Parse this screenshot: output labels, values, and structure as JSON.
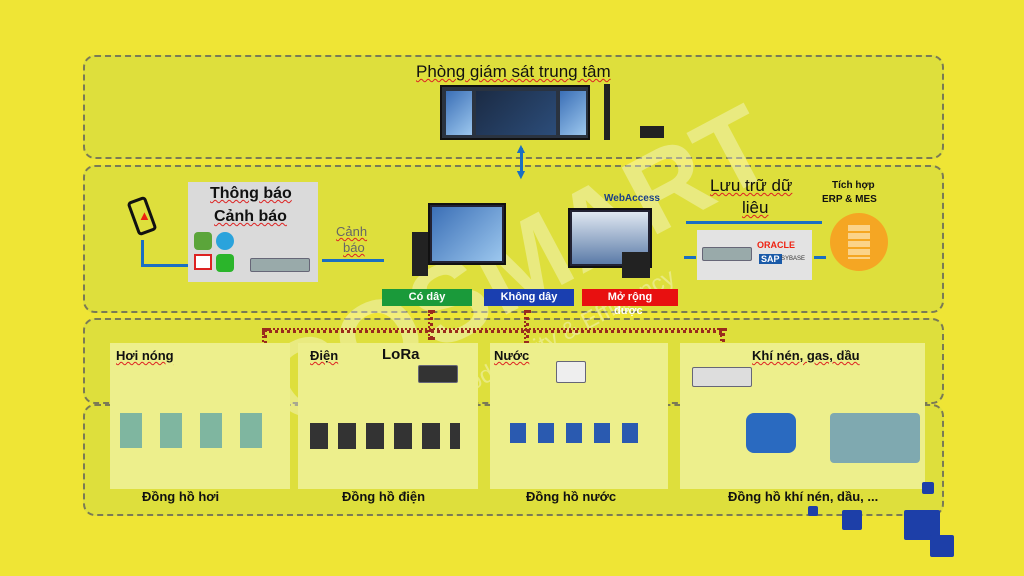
{
  "central": {
    "title": "Phòng giám sát trung tâm"
  },
  "alert": {
    "title1": "Thông báo",
    "title2": "Cảnh báo",
    "arrow_label_1": "Cảnh",
    "arrow_label_2": "báo"
  },
  "storage": {
    "title1": "Lưu trữ dữ",
    "title2": "liêu",
    "oracle": "ORACLE",
    "sap": "SAP",
    "sybase": "SYBASE",
    "webaccess": "WebAccess"
  },
  "erp": {
    "title1": "Tích hợp",
    "title2": "ERP & MES"
  },
  "connectivity": [
    {
      "label": "Có dây",
      "color": "#1a9a3a"
    },
    {
      "label": "Không dây",
      "color": "#1a3fb0"
    },
    {
      "label": "Mở rộng",
      "color": "#e81010"
    }
  ],
  "connectivity_sub": "được",
  "groups": [
    {
      "title": "Hơi nóng",
      "meter": "Đồng hồ hơi"
    },
    {
      "title": "Điện",
      "extra": "LoRa",
      "meter": "Đồng hồ điện"
    },
    {
      "title": "Nước",
      "meter": "Đồng hồ nước"
    },
    {
      "title": "Khí nén, gas, dầu",
      "meter": "Đồng hồ khí nén, dầu, ..."
    }
  ],
  "watermark": {
    "brand": "ECOSMART",
    "slogan": "Smart Tech for Productivity & Efficiency"
  }
}
